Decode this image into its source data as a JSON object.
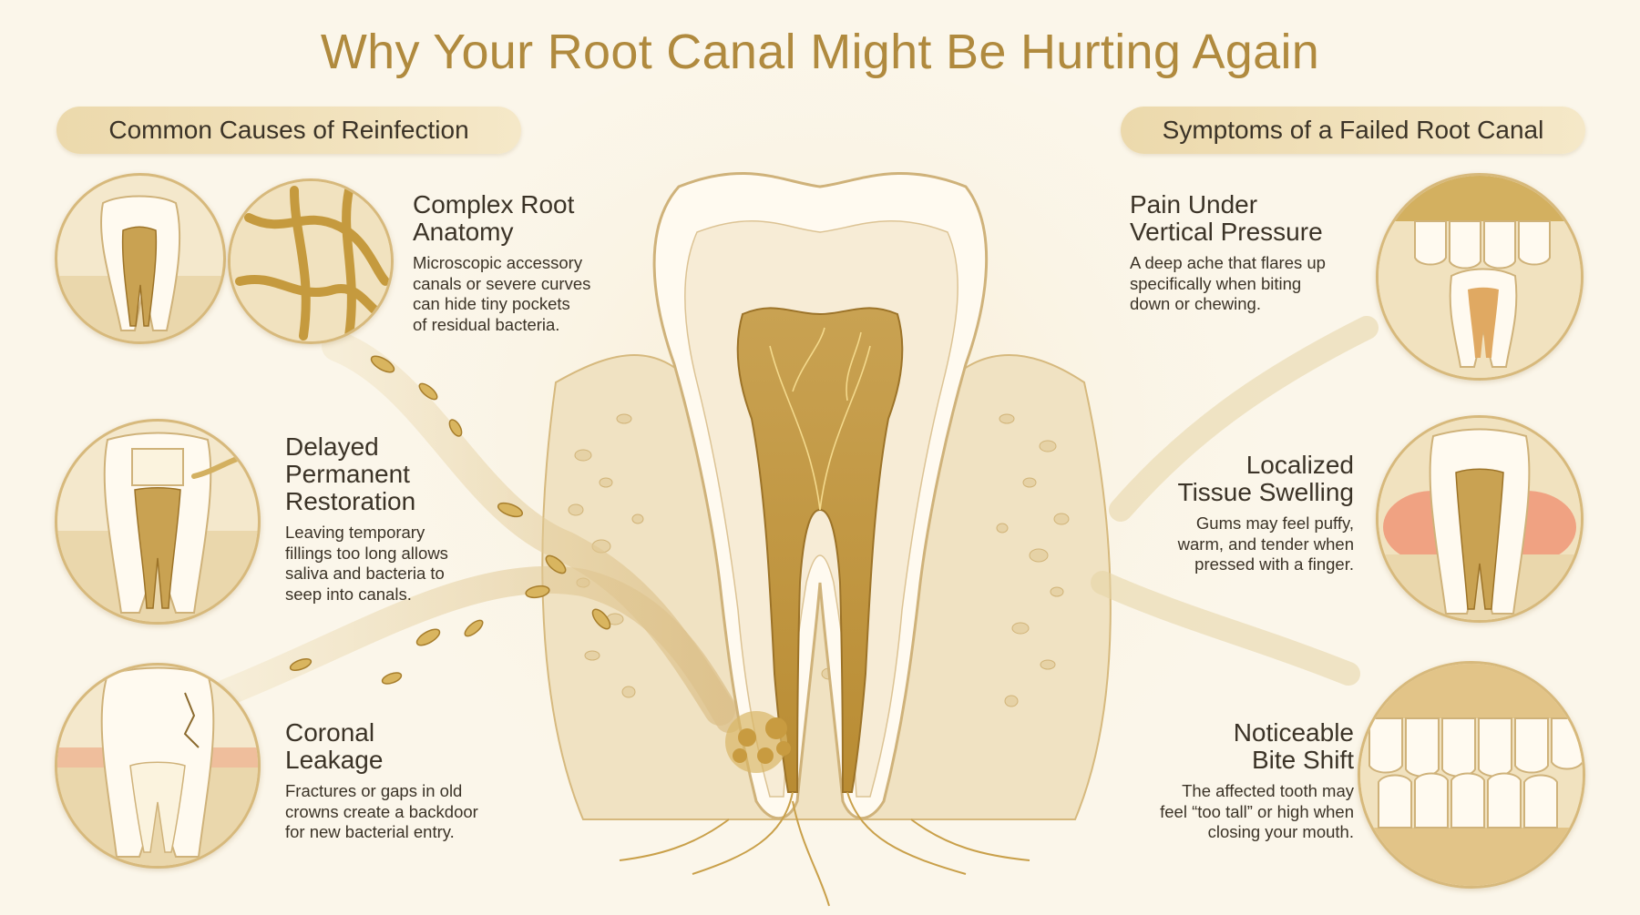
{
  "title": "Why Your Root Canal Might Be Hurting Again",
  "left_section": {
    "heading": "Common Causes of Reinfection",
    "items": [
      {
        "title": "Complex Root\nAnatomy",
        "text": "Microscopic accessory\ncanals or severe curves\ncan hide tiny pockets\nof residual bacteria.",
        "icon": "tooth-accessory-canals-icon"
      },
      {
        "title": "Delayed\nPermanent\nRestoration",
        "text": "Leaving temporary\nfillings too long allows\nsaliva and bacteria to\nseep into canals.",
        "icon": "temporary-filling-tooth-icon"
      },
      {
        "title": "Coronal\nLeakage",
        "text": "Fractures or gaps in old\ncrowns create a backdoor\nfor new bacterial entry.",
        "icon": "cracked-crown-tooth-icon"
      }
    ]
  },
  "right_section": {
    "heading": "Symptoms of a Failed Root Canal",
    "items": [
      {
        "title": "Pain Under\nVertical Pressure",
        "text": "A deep ache that flares up\nspecifically when biting\ndown or chewing.",
        "icon": "biting-teeth-icon"
      },
      {
        "title": "Localized\nTissue Swelling",
        "text": "Gums may feel puffy,\nwarm, and tender when\npressed with a finger.",
        "icon": "swollen-gum-tooth-icon"
      },
      {
        "title": "Noticeable\nBite Shift",
        "text": "The affected tooth may\nfeel “too tall” or high when\nclosing your mouth.",
        "icon": "bite-shift-teeth-icon"
      }
    ]
  },
  "colors": {
    "background": "#fbf6ea",
    "gold": "#b08a3e",
    "pill": "#ecd9ac",
    "gum_red": "#e89a78"
  }
}
